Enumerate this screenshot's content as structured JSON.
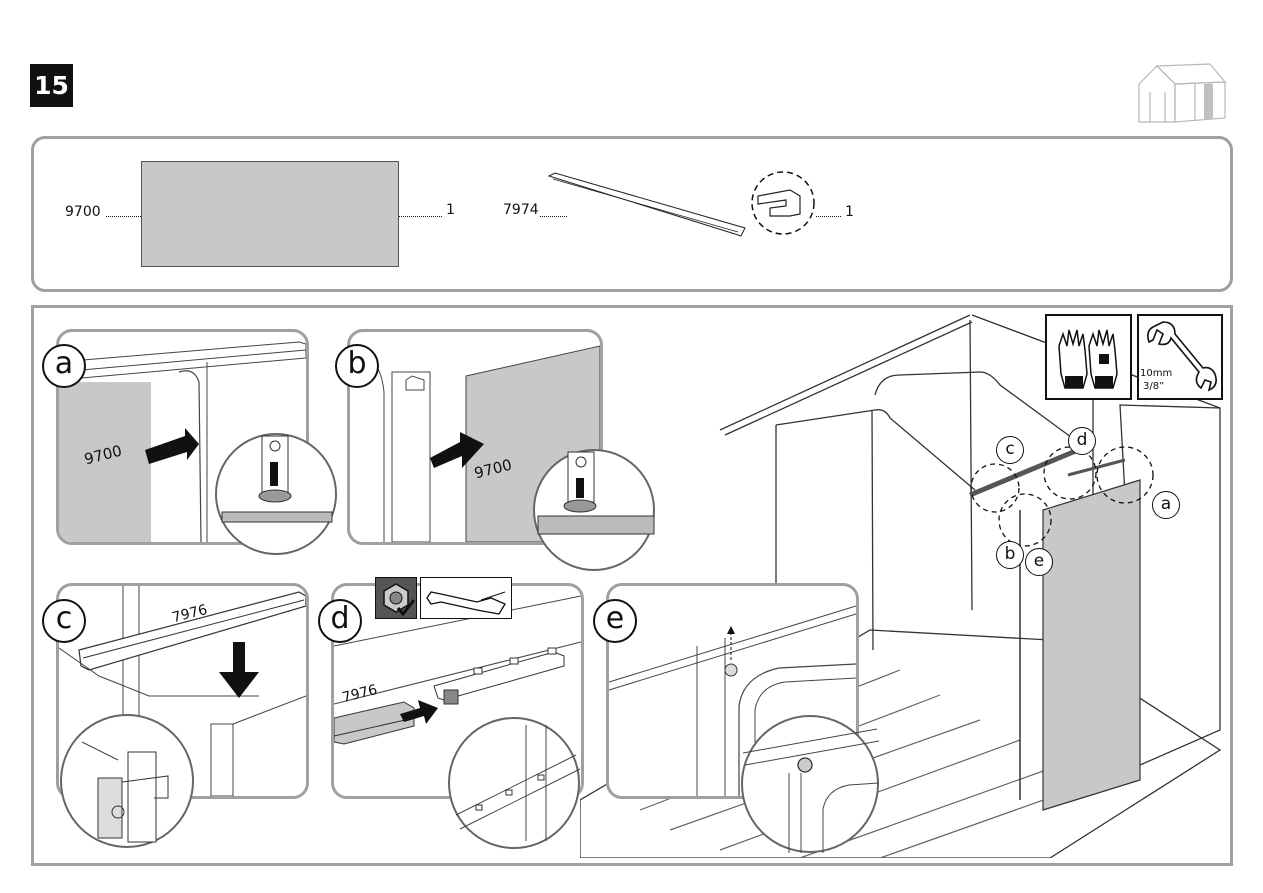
{
  "step": {
    "number": "15"
  },
  "parts": [
    {
      "code": "9700",
      "qty": "1"
    },
    {
      "code": "7974",
      "qty": "1"
    }
  ],
  "details": {
    "a": {
      "letter": "a",
      "part_label": "9700"
    },
    "b": {
      "letter": "b",
      "part_label": "9700"
    },
    "c": {
      "letter": "c",
      "part_label": "7976"
    },
    "d": {
      "letter": "d",
      "part_label": "7976"
    },
    "e": {
      "letter": "e"
    }
  },
  "overview_callouts": [
    "c",
    "d",
    "a",
    "b",
    "e"
  ],
  "tools": {
    "gloves": {
      "icon": "gloves-icon"
    },
    "wrench": {
      "icon": "wrench-icon",
      "size_mm": "10mm",
      "size_in": "3/8”"
    }
  },
  "colors": {
    "panel_fill": "#c8c8c8",
    "frame": "#a0a0a0",
    "ink": "#111111"
  }
}
